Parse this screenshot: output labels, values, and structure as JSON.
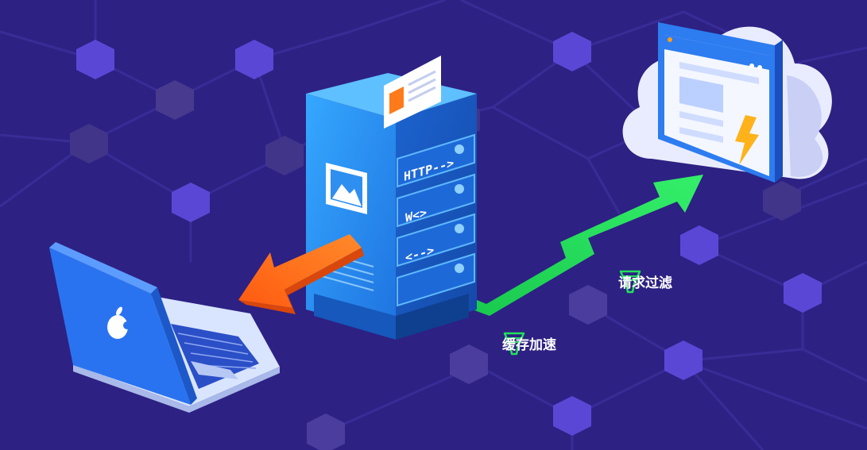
{
  "server": {
    "rows": [
      "HTTP-->",
      "W<>",
      "<-->"
    ],
    "icon": "image-icon"
  },
  "features": [
    {
      "label": "请求过滤",
      "icon": "filter-icon"
    },
    {
      "label": "缓存加速",
      "icon": "filter-icon"
    }
  ],
  "laptop": {
    "logo": "apple-logo-icon"
  },
  "cloud": {
    "window_icon": "lightning-icon"
  },
  "colors": {
    "background": "#2d2183",
    "grid_line": "#3a2f9a",
    "node": "#5b47d6",
    "server_blue": "#2f8ff0",
    "arrow_green": "#22e05c",
    "arrow_orange": "#ff6a1a",
    "laptop_blue": "#2a73f0"
  }
}
